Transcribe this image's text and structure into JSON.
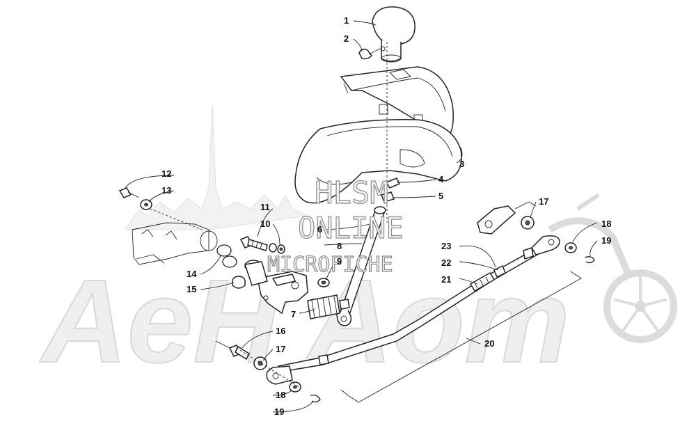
{
  "watermark": {
    "line1": "HLSM",
    "line2": "ONLINE",
    "line3": "MICROFICHE",
    "brand": "AeH Aom"
  },
  "callouts": [
    {
      "id": "c1",
      "label": "1"
    },
    {
      "id": "c2",
      "label": "2"
    },
    {
      "id": "c3",
      "label": "3"
    },
    {
      "id": "c4",
      "label": "4"
    },
    {
      "id": "c5",
      "label": "5"
    },
    {
      "id": "c6",
      "label": "6"
    },
    {
      "id": "c7",
      "label": "7"
    },
    {
      "id": "c8",
      "label": "8"
    },
    {
      "id": "c9",
      "label": "9"
    },
    {
      "id": "c10",
      "label": "10"
    },
    {
      "id": "c11",
      "label": "11"
    },
    {
      "id": "c12",
      "label": "12"
    },
    {
      "id": "c13",
      "label": "13"
    },
    {
      "id": "c14",
      "label": "14"
    },
    {
      "id": "c15",
      "label": "15"
    },
    {
      "id": "c16",
      "label": "16"
    },
    {
      "id": "c17a",
      "label": "17"
    },
    {
      "id": "c17b",
      "label": "17"
    },
    {
      "id": "c18a",
      "label": "18"
    },
    {
      "id": "c18b",
      "label": "18"
    },
    {
      "id": "c19a",
      "label": "19"
    },
    {
      "id": "c19b",
      "label": "19"
    },
    {
      "id": "c20",
      "label": "20"
    },
    {
      "id": "c21",
      "label": "21"
    },
    {
      "id": "c22",
      "label": "22"
    },
    {
      "id": "c23",
      "label": "23"
    }
  ]
}
